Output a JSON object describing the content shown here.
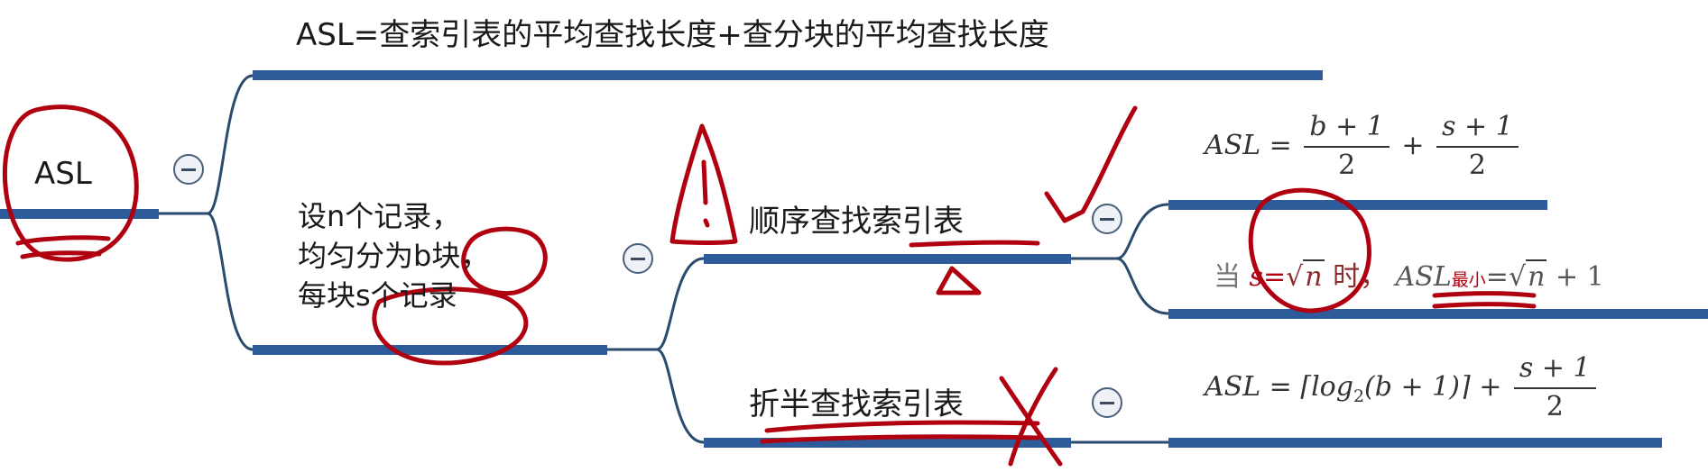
{
  "summary": {
    "text": "ASL=查索引表的平均查找长度+查分块的平均查找长度"
  },
  "root": {
    "label": "ASL"
  },
  "description": {
    "lines": [
      "设n个记录，",
      "均匀分为b块，",
      "每块s个记录"
    ]
  },
  "branches": {
    "sequential": {
      "label": "顺序查找索引表"
    },
    "binary": {
      "label": "折半查找索引表"
    }
  },
  "formulas": {
    "sequential": {
      "lhs": "ASL =",
      "frac1_num": "b + 1",
      "frac1_den": "2",
      "plus": "+",
      "frac2_num": "s + 1",
      "frac2_den": "2"
    },
    "optimum": {
      "when": "当",
      "cond_var": "s=",
      "cond_sqrt": "n",
      "then": "时，",
      "asl": "ASL",
      "subscript": "最小",
      "eq": "=",
      "sqrt": "n",
      "rest": "+ 1"
    },
    "binary": {
      "lhs": "ASL =",
      "ceil_expr": "⌈log",
      "log_sub": "2",
      "ceil_rest": "(b + 1)⌉",
      "plus": "+",
      "frac_num": "s + 1",
      "frac_den": "2"
    }
  },
  "colors": {
    "branch_line": "#2e5c9a",
    "connector": "#2a4a6e",
    "annotation_red": "#b00010"
  }
}
